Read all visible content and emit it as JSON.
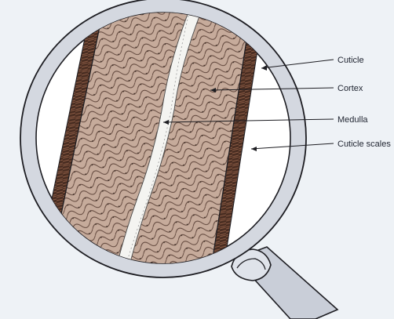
{
  "diagram": {
    "labels": {
      "cuticle": "Cuticle",
      "cortex": "Cortex",
      "medulla": "Medulla",
      "cuticle_scales": "Cuticle scales"
    },
    "colors": {
      "page_background": "#eef2f6",
      "lens_ring": "#c9ced8",
      "hair_cortex": "#c6ab9b",
      "cuticle_dark": "#4a2e22",
      "medulla": "#f4f4f1",
      "outline": "#1d1d22"
    },
    "icons": {
      "magnifier": "magnifying-glass-icon"
    }
  }
}
